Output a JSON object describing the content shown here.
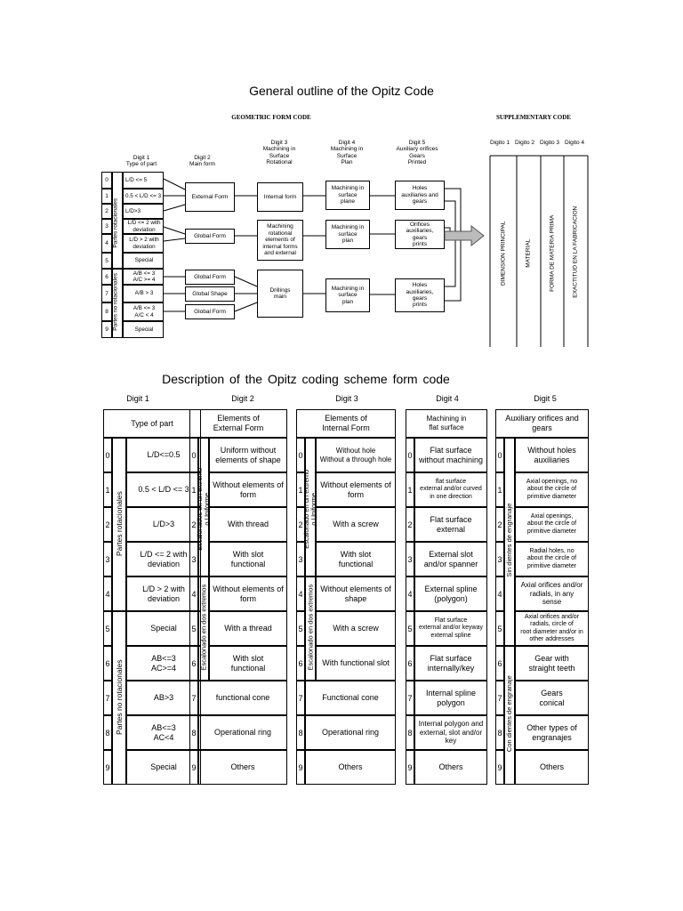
{
  "top": {
    "title": "General outline of the Opitz Code",
    "geometric_header": "GEOMETRIC FORM CODE",
    "supplementary_header": "SUPPLEMENTARY CODE",
    "digit1_label": "Digit 1\nType of part",
    "digit2_label": "Digit 2\nMain form",
    "digit3_label": "Digit 3\nMachining in\nSurface\nRotational",
    "digit4_label": "Digit 4\nMachining in\nSurface\nPlan",
    "digit5_label": "Digit 5\nAuxiliary orifices\nGears\nPrinted",
    "supp_digits": [
      "Digito 1",
      "Digito 2",
      "Digito 3",
      "Digito 4"
    ],
    "supp_vertical": [
      "DIMENSION PRINCIPAL",
      "MATERIAL",
      "FORMA DE MATERIA PRIMA",
      "EXACTITUD EN LA FABRICACION"
    ],
    "rot_label": "Partes rotacionales",
    "nonrot_label": "Partes no rotacionales",
    "rows": [
      {
        "n": "0",
        "t": "L/D <= 5"
      },
      {
        "n": "1",
        "t": "0.5 < L/D <= 3"
      },
      {
        "n": "2",
        "t": "L/D>3"
      },
      {
        "n": "3",
        "t": "L/D <= 2 with deviation"
      },
      {
        "n": "4",
        "t": "L/D > 2 with deviation"
      },
      {
        "n": "5",
        "t": "Special"
      },
      {
        "n": "6",
        "t": "A/B <= 3\nA/C >= 4"
      },
      {
        "n": "7",
        "t": "A/B > 3"
      },
      {
        "n": "8",
        "t": "A/B <= 3\nA/C < 4"
      },
      {
        "n": "9",
        "t": "Special"
      }
    ],
    "d2_boxes": [
      "External Form",
      "Global Form",
      "Global Form",
      "Global Shape",
      "Global Form"
    ],
    "d3_boxes": [
      "Internal form",
      "Machining\nrotational\nelements of\ninternal forms\nand external",
      "Drillings\nmain"
    ],
    "d4_boxes": [
      "Machining in\nsurface\nplane",
      "Machining in\nsurface\nplan",
      "Machining in\nsurface\nplan"
    ],
    "d5_boxes": [
      "Holes\nauxiliaries and\ngears",
      "Orifices\nauxiliaries,\ngears\nprints",
      "Holes\nauxiliaries,\ngears\nprints"
    ]
  },
  "bottom": {
    "title": "Description of the Opitz coding scheme form code",
    "digit_labels": [
      "Digit 1",
      "Digit 2",
      "Digit 3",
      "Digit 4",
      "Digit 5"
    ],
    "headers": [
      "Type of part",
      "Elements of\nExternal Form",
      "Elements of\nInternal Form",
      "Machining in\nflat surface",
      "Auxiliary orifices and\ngears"
    ],
    "numbers": [
      "0",
      "1",
      "2",
      "3",
      "4",
      "5",
      "6",
      "7",
      "8",
      "9"
    ],
    "col1": [
      "L/D<=0.5",
      "0.5 < L/D <= 3",
      "L/D>3",
      "L/D <= 2 with\ndeviation",
      "L/D > 2 with\ndeviation",
      "Special",
      "AB<=3\nAC>=4",
      "AB>3",
      "AB<=3\nAC<4",
      "Special"
    ],
    "col2": [
      "Uniform without\nelements of shape",
      "Without elements of\nform",
      "With thread",
      "With slot\nfunctional",
      "Without elements of\nform",
      "With a thread",
      "With slot\nfunctional",
      "functional cone",
      "Operational ring",
      "Others"
    ],
    "col3": [
      "Without hole\nWithout a through hole",
      "Without elements of\nform",
      "With a screw",
      "With slot\nfunctional",
      "Without elements of\nshape",
      "With a screw",
      "With functional slot",
      "Functional cone",
      "Operational ring",
      "Others"
    ],
    "col4": [
      "Flat surface\nwithout machining",
      "flat surface\nexternal and/or curved\nin one direction",
      "Flat surface\nexternal",
      "External slot\nand/or spanner",
      "External spline\n(polygon)",
      "Flat surface\nexternal and/or keyway\nexternal spline",
      "Flat surface\ninternally/key",
      "Internal spline\npolygon",
      "Internal polygon and\nexternal, slot and/or\nkey",
      "Others"
    ],
    "col5": [
      "Without holes\nauxiliaries",
      "Axial openings, no\nabout the circle of\nprimitive diameter",
      "Axial openings,\nabout the circle of\nprimitive diameter",
      "Radial holes, no\nabout the circle of\nprimitive diameter",
      "Axial orifices and/or\nradials, in any\nsense",
      "Axial orifices and/or\nradials, circle of\nroot diameter and/or in\nother addresses",
      "Gear with\nstraight teeth",
      "Gears\nconical",
      "Other types of\nengranajes",
      "Others"
    ],
    "v_rot": "Partes rotacionales",
    "v_nonrot": "Partes no rotacionales",
    "v_one_end": "Escalonados en un extremo\no Uniforme",
    "v_two_ends": "Escalonado en dos extremos",
    "v_one_end3": "Escalonado en un extremo\no Uniforme",
    "v_two_ends3": "Escalonado en dos extremos",
    "v_no_teeth": "Sin dientes de engranaje",
    "v_teeth": "Con dientes de engranaje"
  }
}
